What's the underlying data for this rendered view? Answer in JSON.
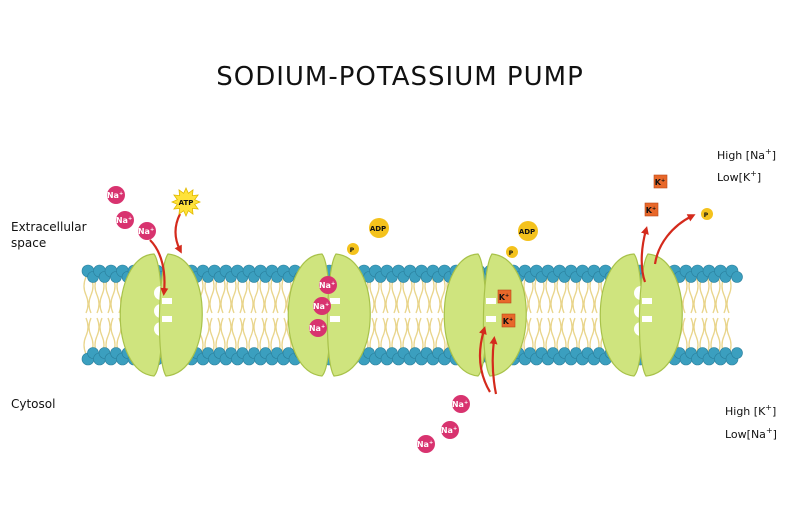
{
  "title": "SODIUM-POTASSIUM PUMP",
  "labels": {
    "extracellular": "Extracellular space",
    "cytosol": "Cytosol"
  },
  "concentrations": {
    "outside_high": {
      "prefix": "High [Na",
      "sup": "+",
      "suffix": "]"
    },
    "outside_low": {
      "prefix": "Low[K",
      "sup": "+",
      "suffix": "]"
    },
    "inside_high": {
      "prefix": "High [K",
      "sup": "+",
      "suffix": "]"
    },
    "inside_low": {
      "prefix": "Low[Na",
      "sup": "+",
      "suffix": "]"
    }
  },
  "molecules": {
    "sodium": "Na",
    "sodium_charge": "+",
    "potassium": "K",
    "potassium_charge": "+",
    "atp": "ATP",
    "adp": "ADP",
    "phosphate": "P"
  },
  "colors": {
    "sodium": "#d8336f",
    "potassium": "#e8682a",
    "atp": "#ffe23a",
    "adp": "#f4c21c",
    "pump": "#cfe47e",
    "pump_stroke": "#a8c24a",
    "lipid_head": "#3b9fbf",
    "lipid_tail": "#e9d58c",
    "arrow": "#d42a1c"
  }
}
